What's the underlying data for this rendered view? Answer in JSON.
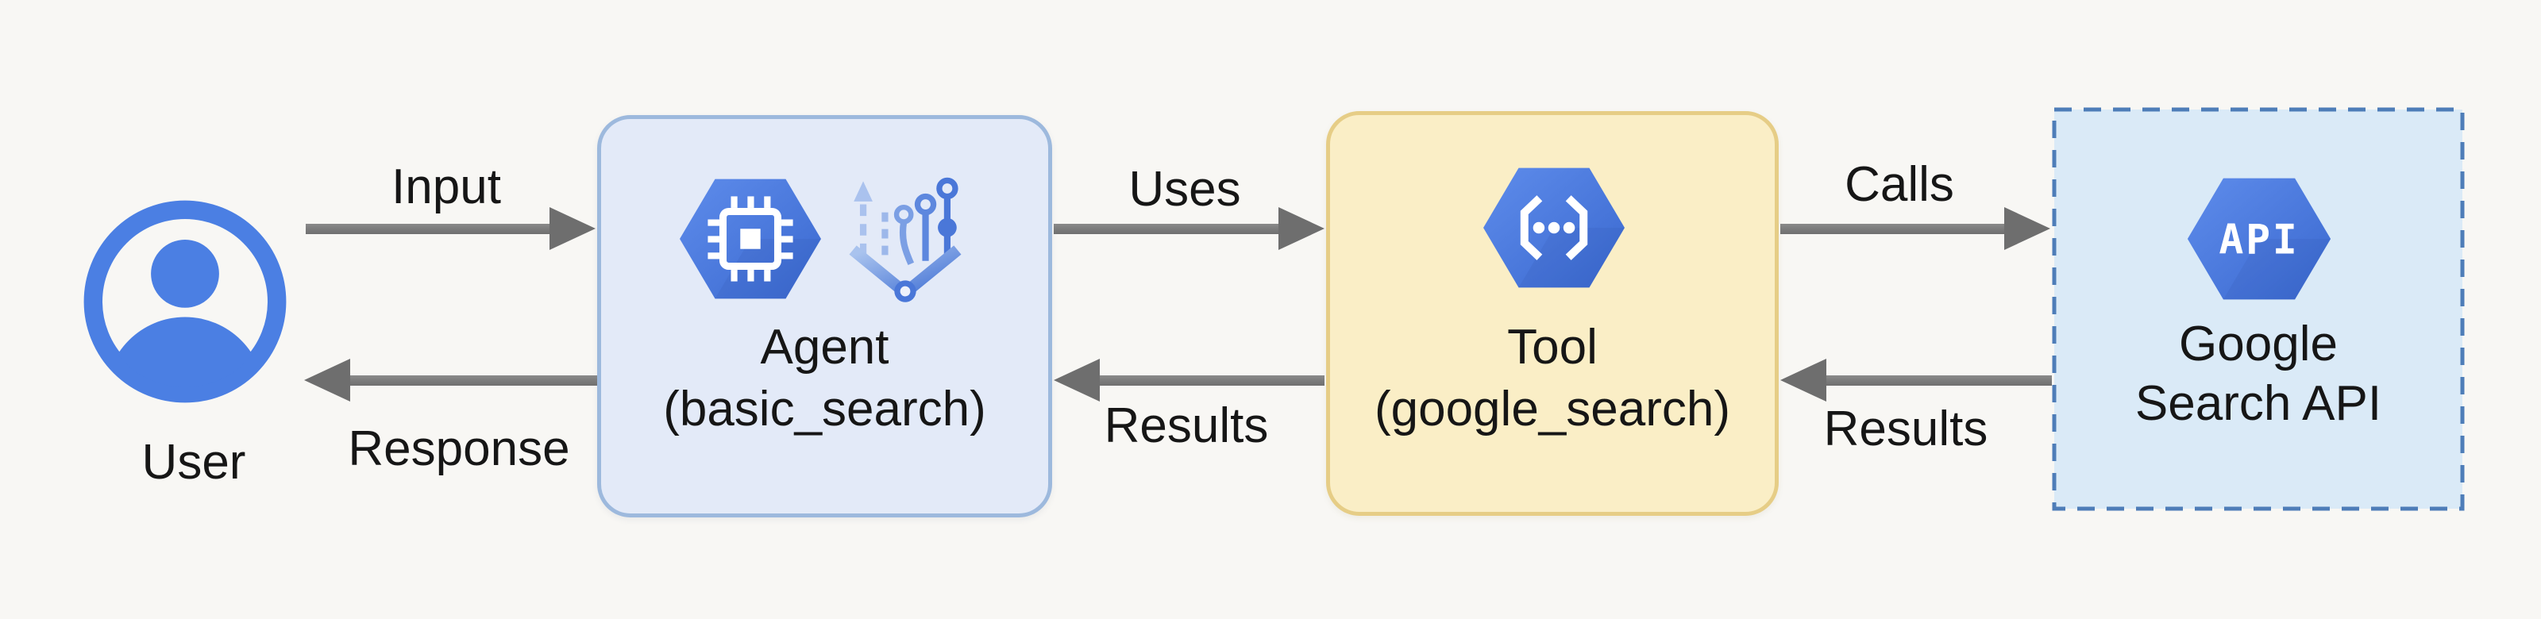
{
  "diagram": {
    "background": "#f8f7f4",
    "description_domain": "agent-tool-api flow diagram"
  },
  "nodes": {
    "user": {
      "label": "User"
    },
    "agent": {
      "title": "Agent",
      "subtitle": "(basic_search)",
      "fill": "#e3eaf8",
      "border": "#9db9dd"
    },
    "tool": {
      "title": "Tool",
      "subtitle": "(google_search)",
      "fill": "#faeec6",
      "border": "#e6cd86"
    },
    "api": {
      "title": "Google",
      "subtitle": "Search API",
      "hex_label": "API",
      "fill": "#daeaf7",
      "border": "#4e7db8",
      "border_style": "dashed"
    }
  },
  "edges": {
    "input": {
      "label": "Input",
      "direction": "right"
    },
    "response": {
      "label": "Response",
      "direction": "left"
    },
    "uses": {
      "label": "Uses",
      "direction": "right"
    },
    "results_tool_agent": {
      "label": "Results",
      "direction": "left"
    },
    "calls": {
      "label": "Calls",
      "direction": "right"
    },
    "results_api_tool": {
      "label": "Results",
      "direction": "left"
    }
  },
  "icons": [
    "user-icon",
    "cpu-hexagon-icon",
    "agent-flow-icon",
    "code-brackets-hexagon-icon",
    "api-hexagon-icon"
  ],
  "colors": {
    "icon_blue": "#4b7fe3",
    "hex_blue_light": "#5e8ceb",
    "hex_blue_dark": "#3a68cf",
    "arrow_gray": "#6e6e6e",
    "text": "#161616"
  }
}
